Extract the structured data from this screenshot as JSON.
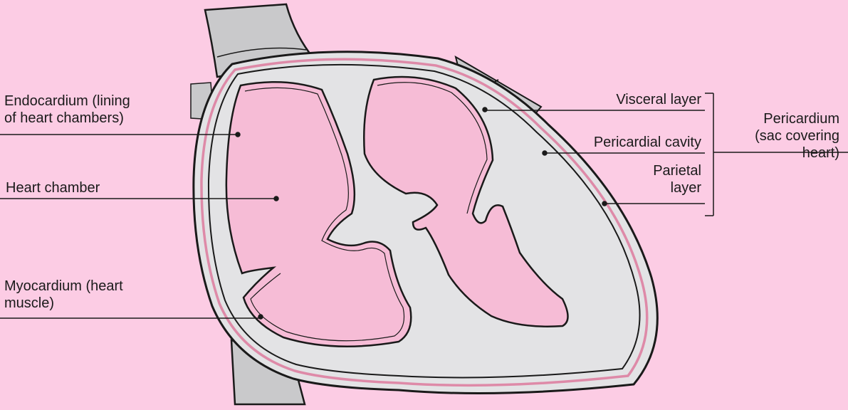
{
  "labels": {
    "endocardium": [
      "Endocardium (lining",
      "of heart chambers)"
    ],
    "heart_chamber": "Heart chamber",
    "myocardium": [
      "Myocardium (heart",
      "muscle)"
    ],
    "visceral": "Visceral layer",
    "pericardial_cavity": "Pericardial cavity",
    "parietal": [
      "Parietal",
      "layer"
    ],
    "pericardium": [
      "Pericardium",
      "(sac covering",
      "heart)"
    ]
  },
  "colors": {
    "background": "#fccce4",
    "tissue": "#e3e3e5",
    "chamber": "#f6bcd6",
    "pericardium_line": "#de8aa8",
    "outline": "#1a1a1a"
  }
}
